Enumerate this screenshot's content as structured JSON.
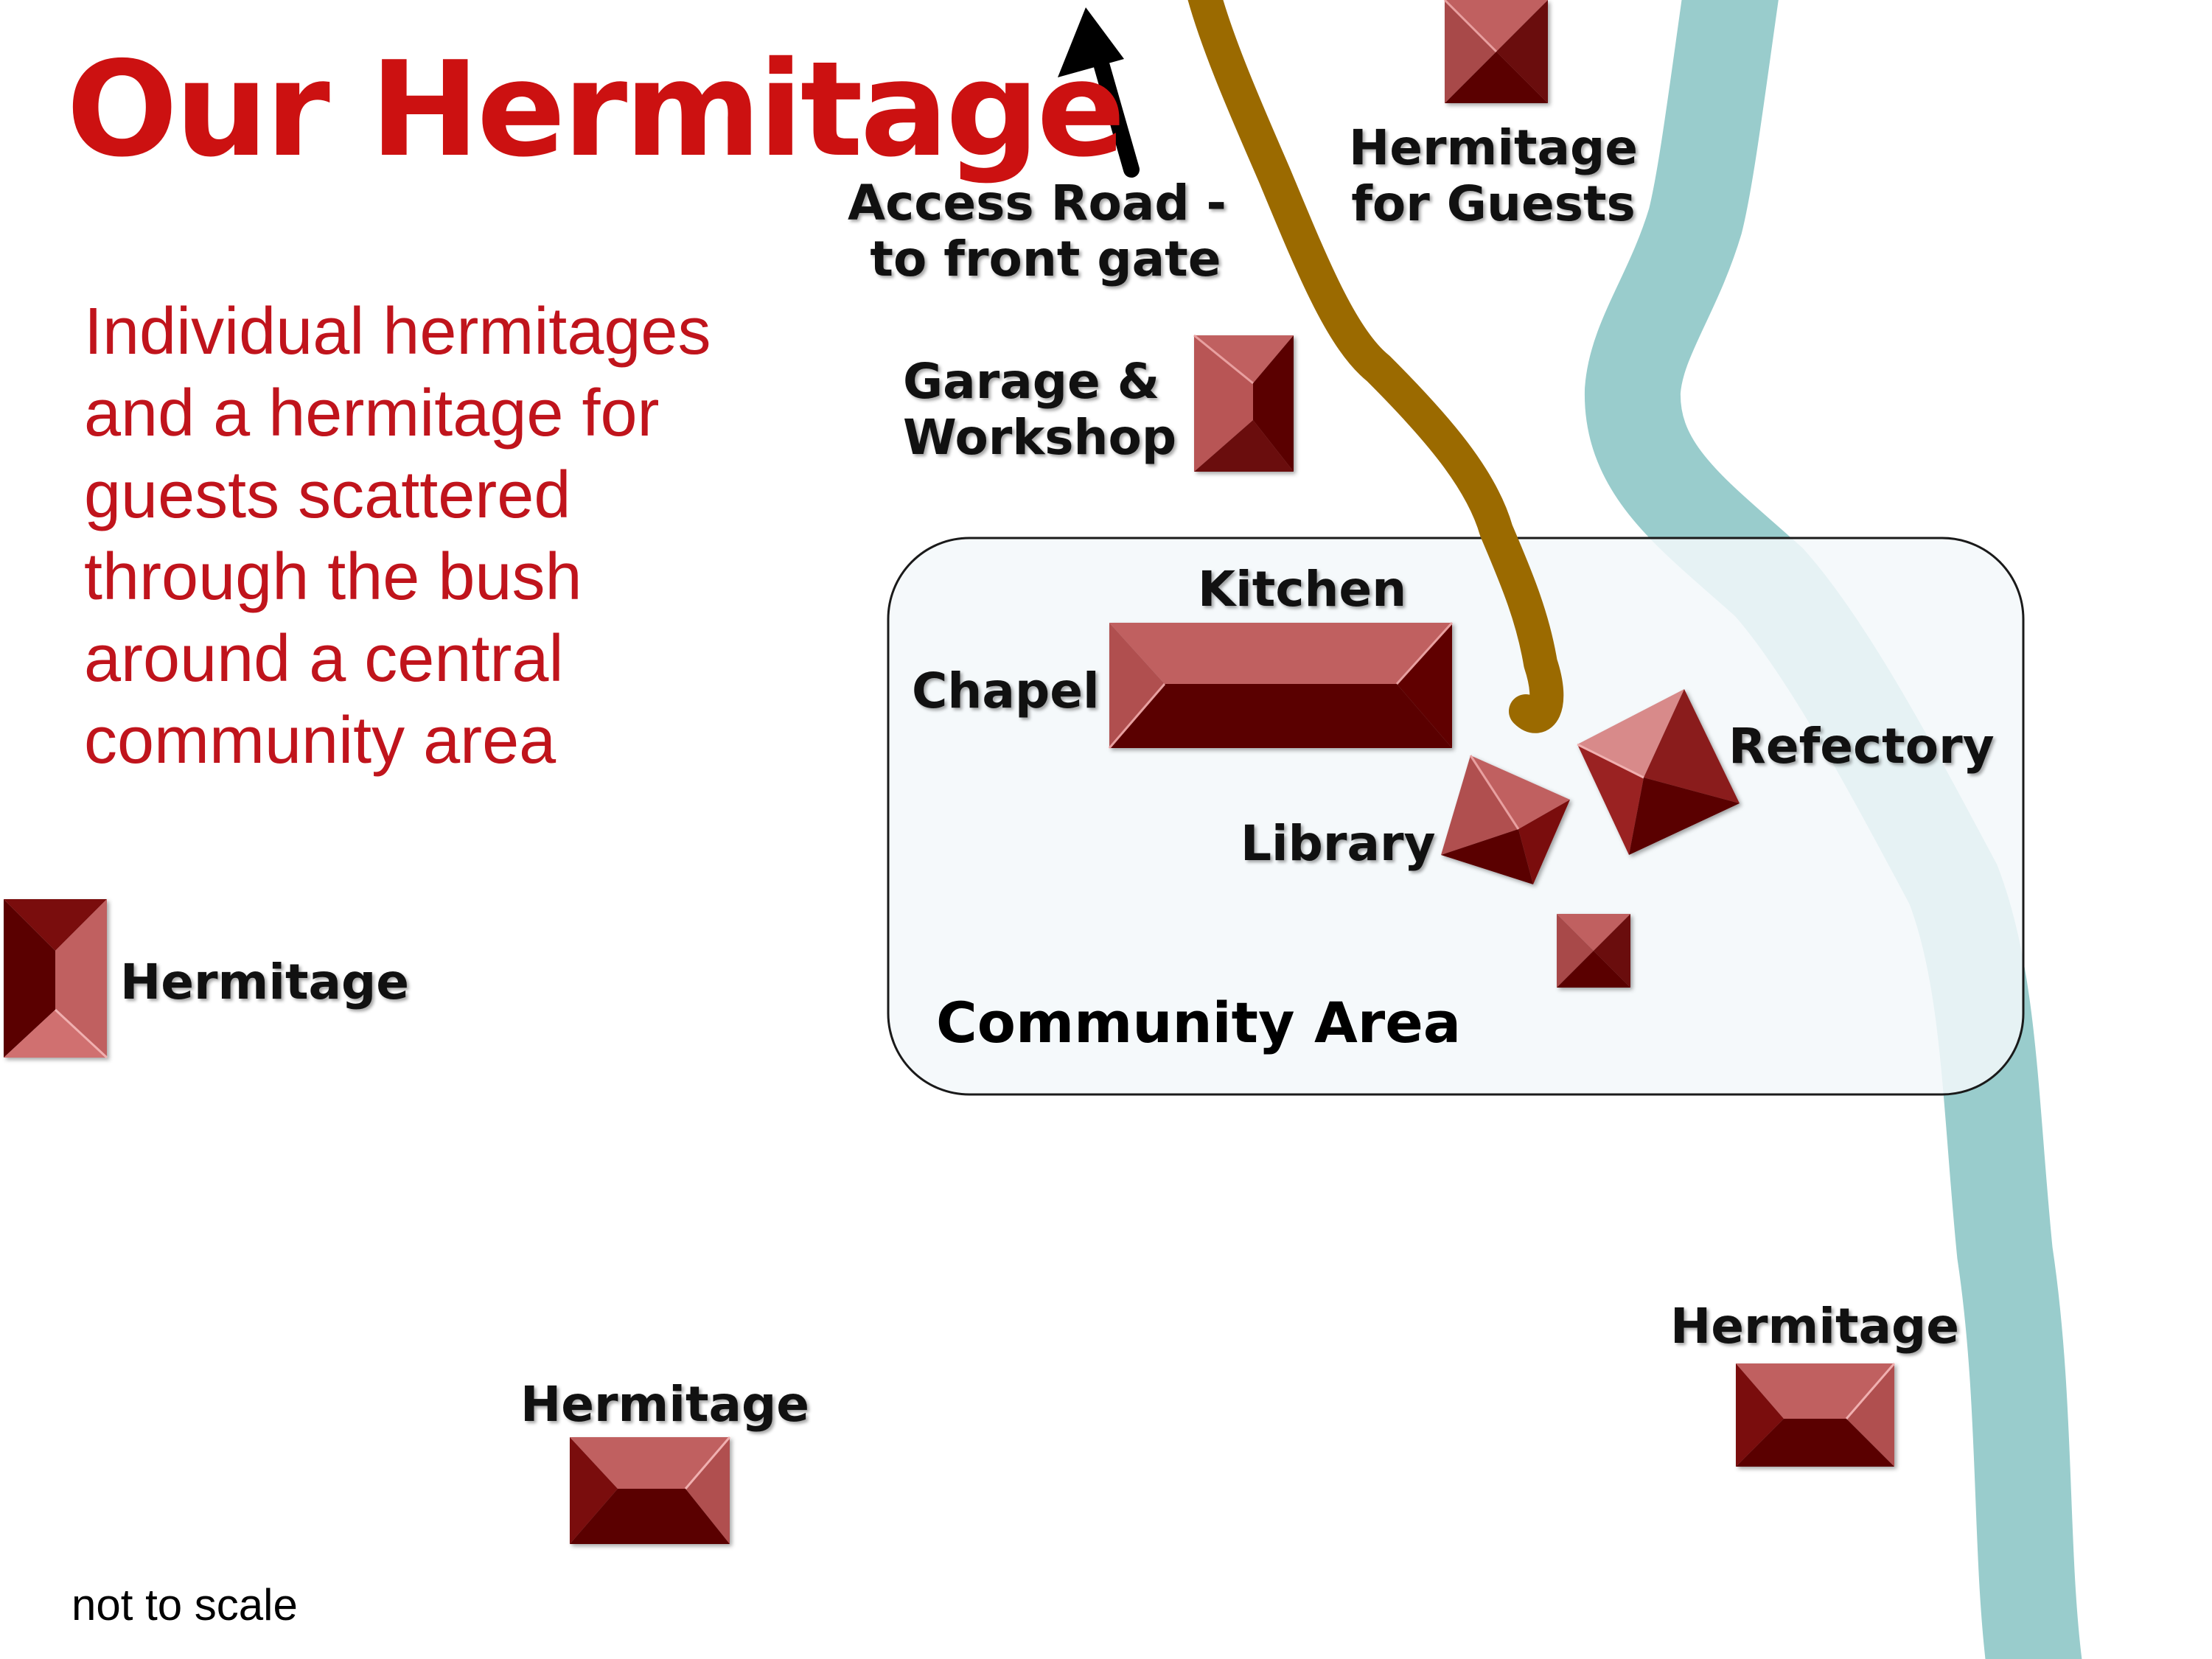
{
  "title": "Our Hermitage",
  "description": "Individual hermitages and a hermitage for guests scattered through the bush around a central community area",
  "scale_note": "not to scale",
  "colors": {
    "title": "#cc1111",
    "description": "#c0141c",
    "road": "#9b6a00",
    "river": "#99cccc",
    "community_area_fill": "#f3f8fa",
    "roof_light": "#c06060",
    "roof_dark": "#5a0000"
  },
  "labels": {
    "access_road": "Access Road -\n to front gate",
    "hermitage_guests": "Hermitage\nfor Guests",
    "garage_workshop": "Garage &\nWorkshop",
    "kitchen": "Kitchen",
    "chapel": "Chapel",
    "refectory": "Refectory",
    "library": "Library",
    "community_area": "Community Area",
    "hermitage_west": "Hermitage",
    "hermitage_south": "Hermitage",
    "hermitage_southeast": "Hermitage"
  },
  "icons": {
    "north_arrow": "arrow-up-icon",
    "building": "roof-icon"
  }
}
